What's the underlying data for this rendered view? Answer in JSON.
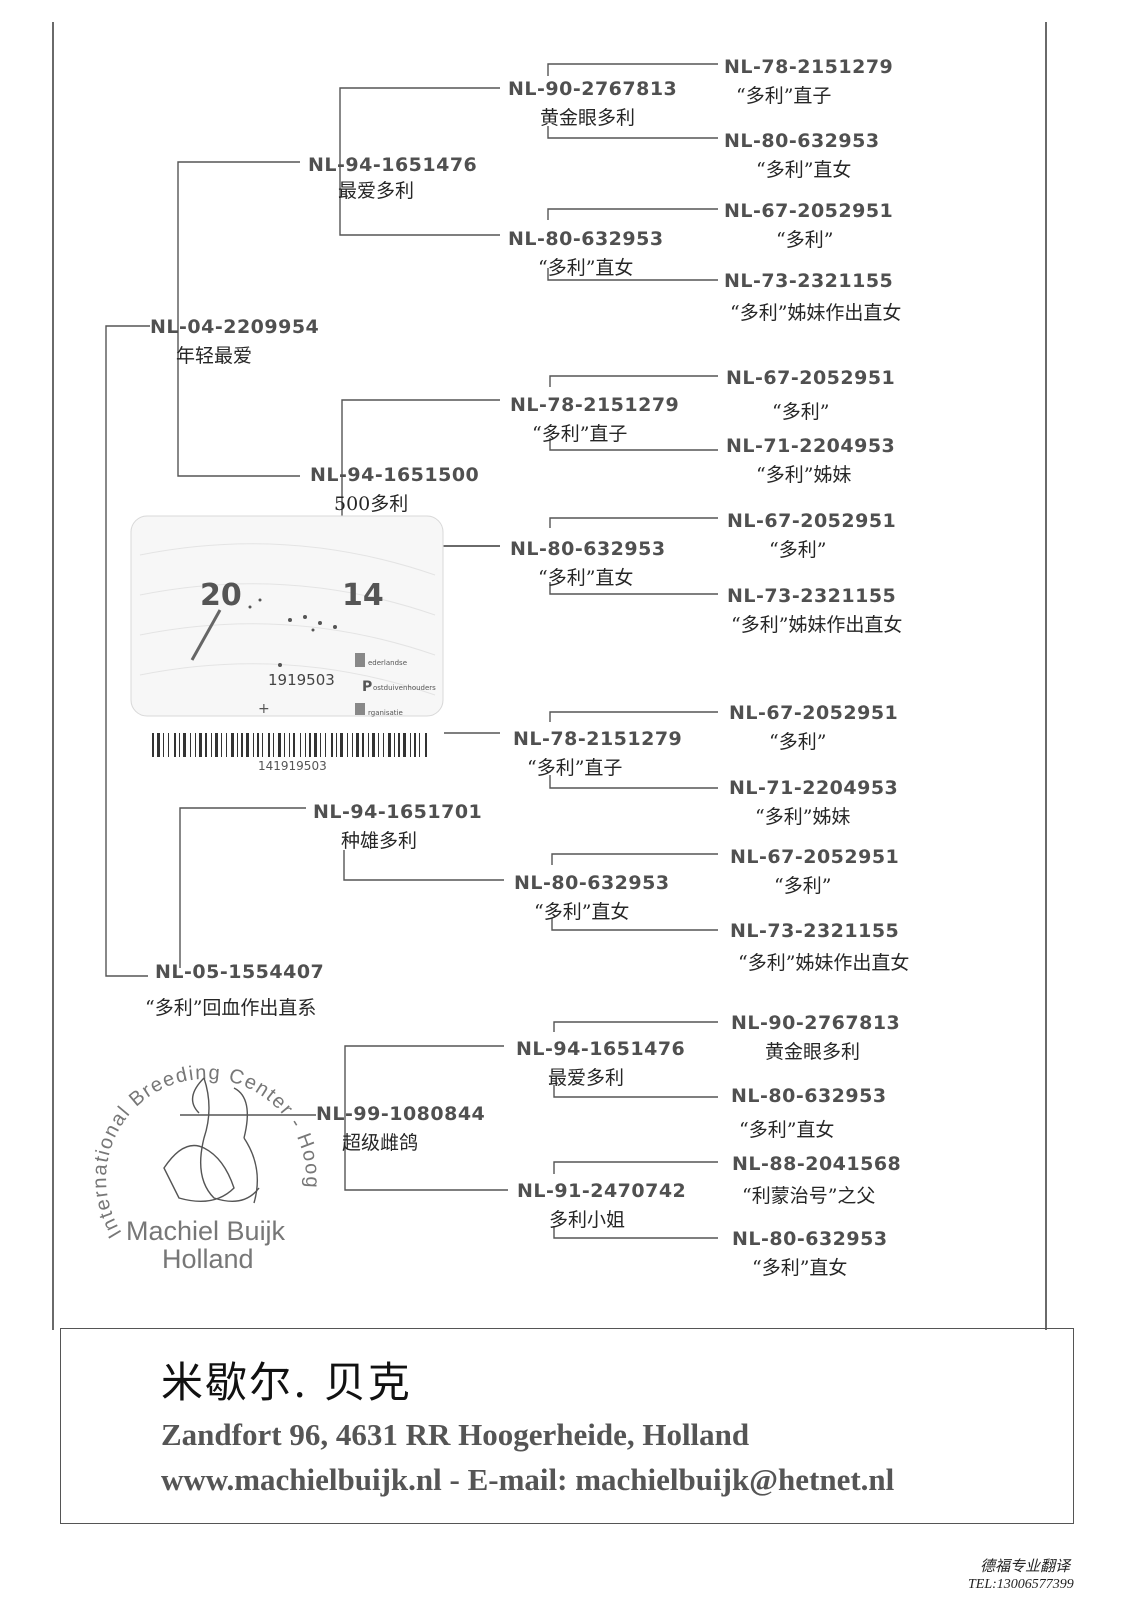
{
  "pedigree": {
    "subject": {
      "ring": "NL-04-2209954",
      "name": "年轻最爱"
    },
    "sire": {
      "ring": "NL-94-1651476",
      "name": "最爱多利"
    },
    "dam": {
      "ring": "NL-05-1554407",
      "name": "“多利”回血作出直系"
    },
    "gen3": [
      {
        "ring": "NL-90-2767813",
        "name": "黄金眼多利"
      },
      {
        "ring": "NL-80-632953",
        "name": "“多利”直女"
      },
      {
        "ring": "NL-78-2151279",
        "name": "“多利”直子"
      },
      {
        "ring": "NL-80-632953",
        "name": "“多利”直女"
      },
      {
        "ring": "NL-78-2151279",
        "name": "“多利”直子"
      },
      {
        "ring": "NL-80-632953",
        "name": "“多利”直女"
      },
      {
        "ring": "NL-94-1651476",
        "name": "最爱多利"
      },
      {
        "ring": "NL-91-2470742",
        "name": "多利小姐"
      }
    ],
    "gen2": [
      {
        "ring": "NL-94-1651500",
        "name": "500多利"
      },
      {
        "ring": "NL-94-1651701",
        "name": "种雄多利"
      },
      {
        "ring": "NL-99-1080844",
        "name": "超级雌鸽"
      }
    ],
    "gen4": [
      {
        "ring": "NL-78-2151279",
        "name": "“多利”直子"
      },
      {
        "ring": "NL-80-632953",
        "name": "“多利”直女"
      },
      {
        "ring": "NL-67-2052951",
        "name": "“多利”"
      },
      {
        "ring": "NL-73-2321155",
        "name": "“多利”姊妹作出直女"
      },
      {
        "ring": "NL-67-2052951",
        "name": "“多利”"
      },
      {
        "ring": "NL-71-2204953",
        "name": "“多利”姊妹"
      },
      {
        "ring": "NL-67-2052951",
        "name": "“多利”"
      },
      {
        "ring": "NL-73-2321155",
        "name": "“多利”姊妹作出直女"
      },
      {
        "ring": "NL-67-2052951",
        "name": "“多利”"
      },
      {
        "ring": "NL-71-2204953",
        "name": "“多利”姊妹"
      },
      {
        "ring": "NL-67-2052951",
        "name": "“多利”"
      },
      {
        "ring": "NL-73-2321155",
        "name": "“多利”姊妹作出直女"
      },
      {
        "ring": "NL-90-2767813",
        "name": "黄金眼多利"
      },
      {
        "ring": "NL-80-632953",
        "name": "“多利”直女"
      },
      {
        "ring": "NL-88-2041568",
        "name": "“利蒙治号”之父"
      },
      {
        "ring": "NL-80-632953",
        "name": "“多利”直女"
      }
    ]
  },
  "ring_card": {
    "year_left": "20",
    "year_right": "14",
    "number": "1919503",
    "org_line1": "ederlandse",
    "org_line2": "ostduivenhouders",
    "org_line3": "rganisatie",
    "barcode_number": "141919503"
  },
  "seal": {
    "arc_text": "International Breeding Center - Hoogerheide - Holland",
    "name_line1": "Machiel Buijk",
    "name_line2": "Holland"
  },
  "footer": {
    "title": "米歇尔. 贝克",
    "address": "Zandfort 96, 4631 RR Hoogerheide, Holland",
    "web_email": "www.machielbuijk.nl  -  E-mail: machielbuijk@hetnet.nl"
  },
  "credit": {
    "brand": "德福专业翻译",
    "tel": "TEL:13006577399"
  }
}
